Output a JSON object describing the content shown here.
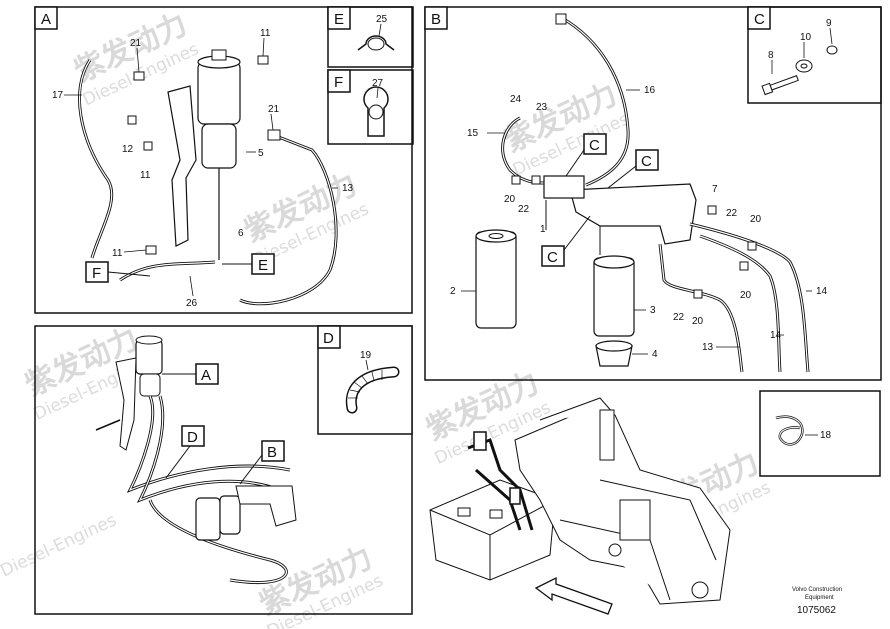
{
  "watermark": {
    "cn": "紫发动力",
    "en": "Diesel-Engines"
  },
  "panels": {
    "A": {
      "tag": "A",
      "labels": [
        "21",
        "11",
        "17",
        "12",
        "11",
        "21",
        "5",
        "13",
        "6",
        "11",
        "26"
      ],
      "callouts": [
        "F",
        "E"
      ]
    },
    "E": {
      "tag": "E",
      "labels": [
        "25"
      ]
    },
    "F": {
      "tag": "F",
      "labels": [
        "27"
      ]
    },
    "B": {
      "tag": "B",
      "labels": [
        "16",
        "24",
        "23",
        "15",
        "20",
        "22",
        "7",
        "22",
        "20",
        "2",
        "3",
        "4",
        "22",
        "20",
        "20",
        "14",
        "13",
        "14",
        "1"
      ],
      "callouts": [
        "C",
        "C",
        "C"
      ]
    },
    "C": {
      "tag": "C",
      "labels": [
        "9",
        "10",
        "8"
      ]
    },
    "overview": {
      "callouts": [
        "A",
        "D",
        "B"
      ]
    },
    "D": {
      "tag": "D",
      "labels": [
        "19"
      ]
    },
    "clip": {
      "labels": [
        "18"
      ]
    }
  },
  "footer": {
    "brand_line1": "Volvo Construction",
    "brand_line2": "Equipment",
    "code": "1075062"
  }
}
